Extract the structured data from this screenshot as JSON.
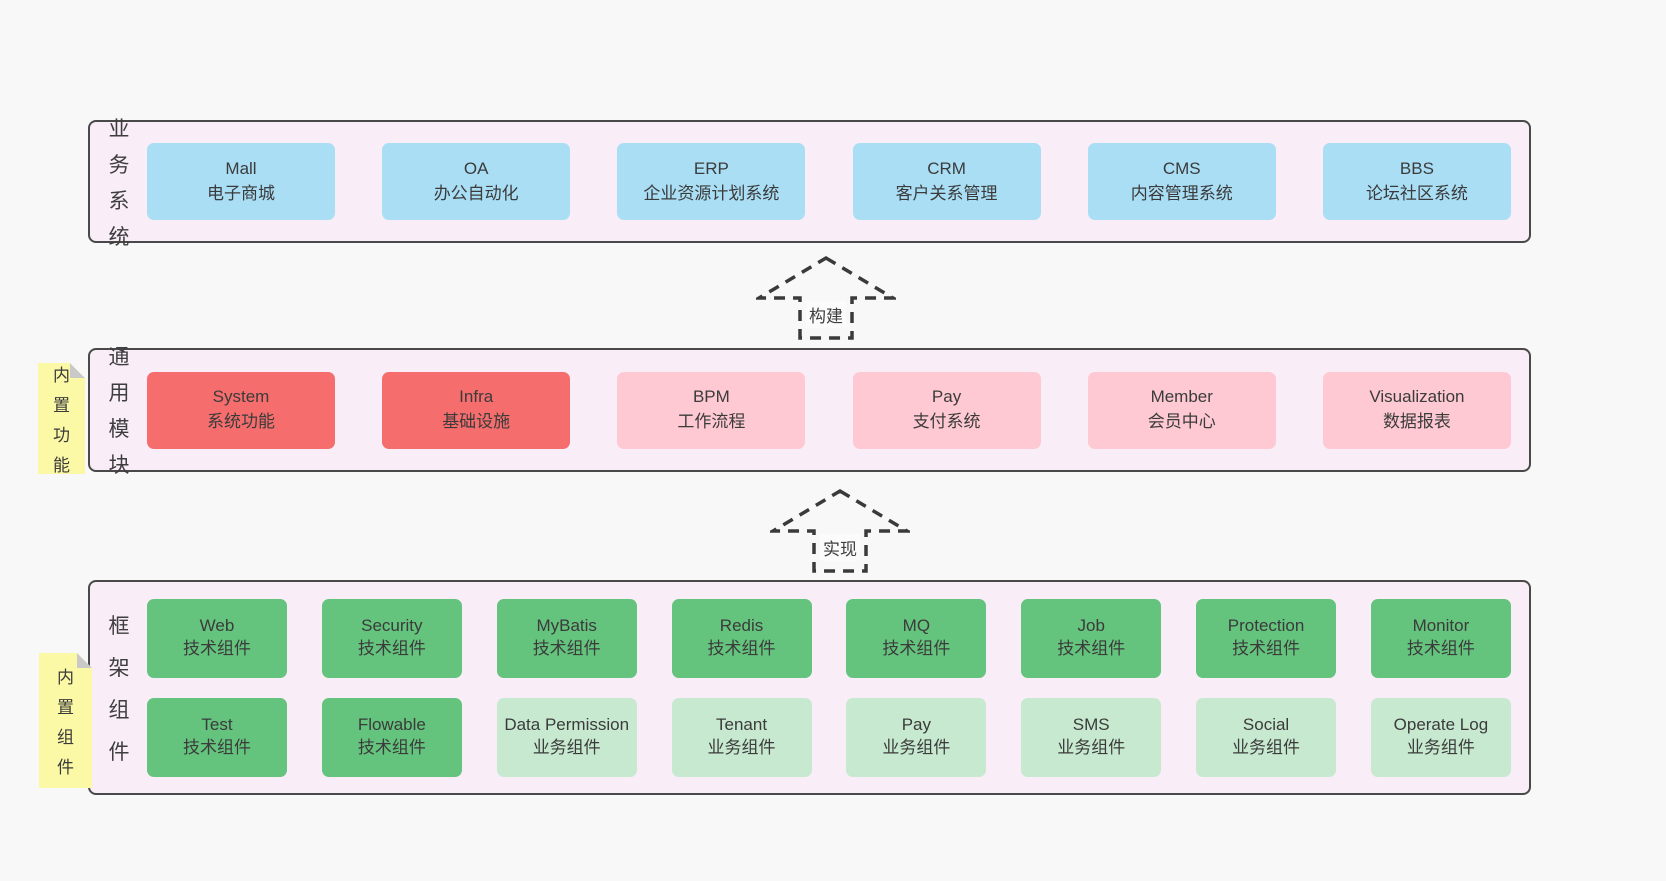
{
  "colors": {
    "page_bg": "#f8f8f8",
    "panel_bg": "#f9edf7",
    "panel_border": "#494949",
    "blue": "#a9def5",
    "red": "#f56d6d",
    "pink": "#fec9d2",
    "green": "#64c37d",
    "green_light": "#c7e9cf",
    "note_yellow": "#fbf9a6",
    "fold_gray": "#c9c9c9",
    "text": "#3e3e3e",
    "arrow_stroke": "#3a3a3a"
  },
  "layers": [
    {
      "id": "business",
      "side_label": "业务系统",
      "rows": [
        [
          {
            "title": "Mall",
            "subtitle": "电子商城",
            "variant": "blue"
          },
          {
            "title": "OA",
            "subtitle": "办公自动化",
            "variant": "blue"
          },
          {
            "title": "ERP",
            "subtitle": "企业资源计划系统",
            "variant": "blue"
          },
          {
            "title": "CRM",
            "subtitle": "客户关系管理",
            "variant": "blue"
          },
          {
            "title": "CMS",
            "subtitle": "内容管理系统",
            "variant": "blue"
          },
          {
            "title": "BBS",
            "subtitle": "论坛社区系统",
            "variant": "blue"
          }
        ]
      ]
    },
    {
      "id": "modules",
      "side_label": "通用模块",
      "note": "内置功能",
      "rows": [
        [
          {
            "title": "System",
            "subtitle": "系统功能",
            "variant": "red"
          },
          {
            "title": "Infra",
            "subtitle": "基础设施",
            "variant": "red"
          },
          {
            "title": "BPM",
            "subtitle": "工作流程",
            "variant": "pink"
          },
          {
            "title": "Pay",
            "subtitle": "支付系统",
            "variant": "pink"
          },
          {
            "title": "Member",
            "subtitle": "会员中心",
            "variant": "pink"
          },
          {
            "title": "Visualization",
            "subtitle": "数据报表",
            "variant": "pink"
          }
        ]
      ]
    },
    {
      "id": "components",
      "side_label": "框架组件",
      "note": "内置组件",
      "rows": [
        [
          {
            "title": "Web",
            "subtitle": "技术组件",
            "variant": "green"
          },
          {
            "title": "Security",
            "subtitle": "技术组件",
            "variant": "green"
          },
          {
            "title": "MyBatis",
            "subtitle": "技术组件",
            "variant": "green"
          },
          {
            "title": "Redis",
            "subtitle": "技术组件",
            "variant": "green"
          },
          {
            "title": "MQ",
            "subtitle": "技术组件",
            "variant": "green"
          },
          {
            "title": "Job",
            "subtitle": "技术组件",
            "variant": "green"
          },
          {
            "title": "Protection",
            "subtitle": "技术组件",
            "variant": "green"
          },
          {
            "title": "Monitor",
            "subtitle": "技术组件",
            "variant": "green"
          }
        ],
        [
          {
            "title": "Test",
            "subtitle": "技术组件",
            "variant": "green"
          },
          {
            "title": "Flowable",
            "subtitle": "技术组件",
            "variant": "green"
          },
          {
            "title": "Data Permission",
            "subtitle": "业务组件",
            "variant": "green-light"
          },
          {
            "title": "Tenant",
            "subtitle": "业务组件",
            "variant": "green-light"
          },
          {
            "title": "Pay",
            "subtitle": "业务组件",
            "variant": "green-light"
          },
          {
            "title": "SMS",
            "subtitle": "业务组件",
            "variant": "green-light"
          },
          {
            "title": "Social",
            "subtitle": "业务组件",
            "variant": "green-light"
          },
          {
            "title": "Operate Log",
            "subtitle": "业务组件",
            "variant": "green-light"
          }
        ]
      ]
    }
  ],
  "arrows": [
    {
      "label": "构建"
    },
    {
      "label": "实现"
    }
  ]
}
